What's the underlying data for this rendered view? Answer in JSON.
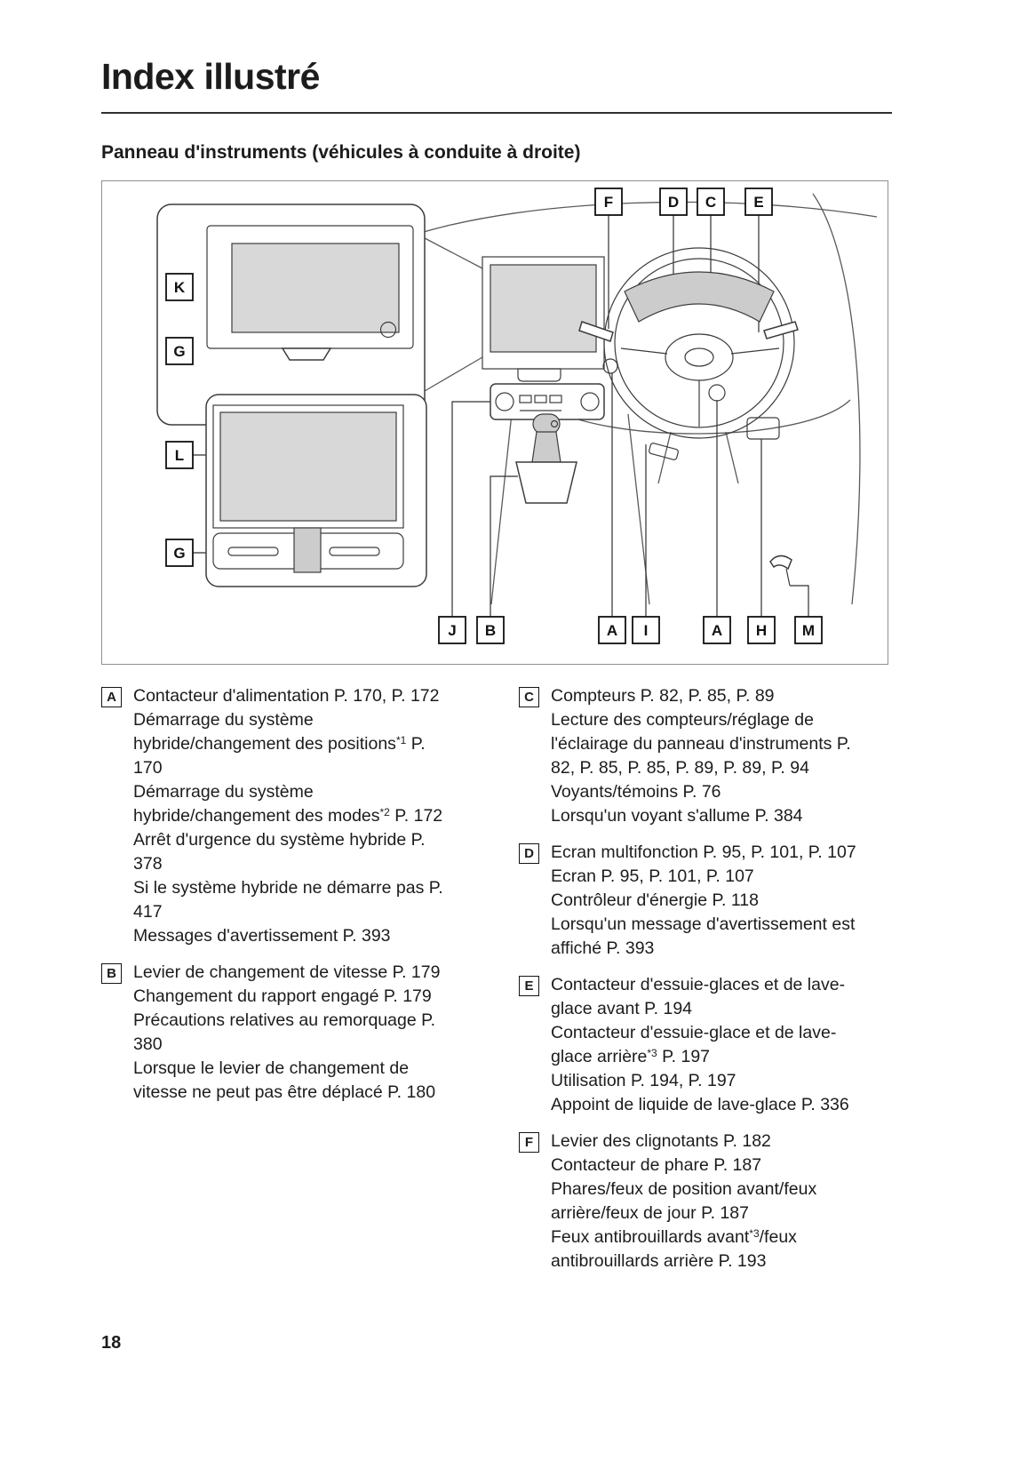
{
  "page": {
    "title": "Index illustré",
    "subtitle": "Panneau d'instruments (véhicules à conduite à droite)",
    "page_number": "18"
  },
  "diagram": {
    "labels": {
      "k": "K",
      "g_top": "G",
      "l": "L",
      "g_bottom": "G",
      "f": "F",
      "d": "D",
      "c": "C",
      "e": "E",
      "j": "J",
      "b": "B",
      "a_left": "A",
      "i": "I",
      "a_right": "A",
      "h": "H",
      "m": "M"
    }
  },
  "legend": {
    "left": [
      {
        "letter": "A",
        "items": [
          "Contacteur d'alimentation P. 170, P. 172",
          "Démarrage du système hybride/changement des positions*1 P. 170",
          "Démarrage du système hybride/changement des modes*2 P. 172",
          "Arrêt d'urgence du système hybride P. 378",
          "Si le système hybride ne démarre pas P. 417",
          "Messages d'avertissement P. 393"
        ]
      },
      {
        "letter": "B",
        "items": [
          "Levier de changement de vitesse P. 179",
          "Changement du rapport engagé P. 179",
          "Précautions relatives au remorquage P. 380",
          "Lorsque le levier de changement de vitesse ne peut pas être déplacé P. 180"
        ]
      }
    ],
    "right": [
      {
        "letter": "C",
        "items": [
          "Compteurs P. 82, P. 85, P. 89",
          "Lecture des compteurs/réglage de l'éclairage du panneau d'instruments P. 82, P. 85, P. 85, P. 89, P. 89, P. 94",
          "Voyants/témoins P. 76",
          "Lorsqu'un voyant s'allume P. 384"
        ]
      },
      {
        "letter": "D",
        "items": [
          "Ecran multifonction P. 95, P. 101, P. 107",
          "Ecran P. 95, P. 101, P. 107",
          "Contrôleur d'énergie P. 118",
          "Lorsqu'un message d'avertissement est affiché P. 393"
        ]
      },
      {
        "letter": "E",
        "items": [
          "Contacteur d'essuie-glaces et de lave-glace avant P. 194",
          "Contacteur d'essuie-glace et de lave-glace arrière*3 P. 197",
          "Utilisation P. 194, P. 197",
          "Appoint de liquide de lave-glace P. 336"
        ]
      },
      {
        "letter": "F",
        "items": [
          "Levier des clignotants P. 182",
          "Contacteur de phare P. 187",
          "Phares/feux de position avant/feux arrière/feux de jour P. 187",
          "Feux antibrouillards avant*3/feux antibrouillards arrière P. 193"
        ]
      }
    ]
  }
}
